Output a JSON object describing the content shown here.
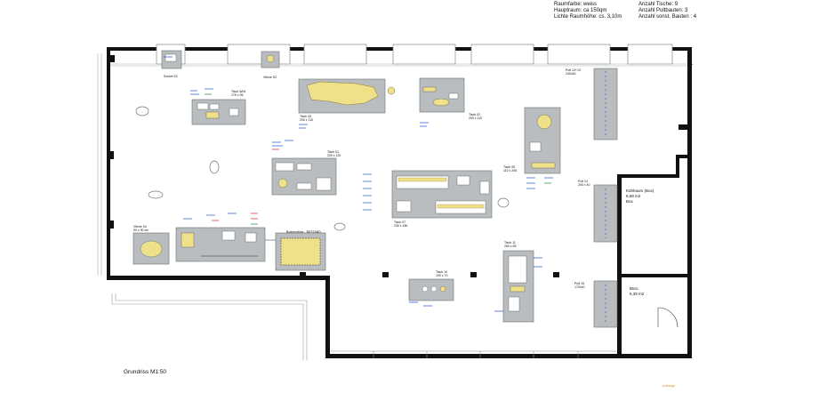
{
  "header": {
    "left": [
      "Raumfarbe: weiss",
      "Hauptraum: ca 150qm",
      "Lichte Raumhöhe: cs. 3,10m"
    ],
    "right": [
      "Anzahl Tische: 9",
      "Anzahl Pultbauten: 3",
      "Anzahl sonst. Bauten : 4"
    ]
  },
  "plan_title": "Grundriss M1:50",
  "stamp": "pdesign",
  "rooms": {
    "kuehlraum": [
      "Kühlraum (Box)",
      "6,68 m2",
      "Box"
    ],
    "buero": [
      "Büro",
      "5,39 m2"
    ]
  },
  "edge_marks": {
    "top_right": "L",
    "mid_right": "R"
  },
  "fixtures": {
    "sockel_s2": "Sockel S2",
    "vitrine_s2": "Vitrine S2",
    "tisch_w04": [
      "Tisch W04",
      "175 x 96"
    ],
    "tisch_03": [
      "Tisch 03",
      "200 x 110"
    ],
    "tisch_02": [
      "Tisch 02",
      "200 x 110"
    ],
    "tisch_01": [
      "Tisch 01",
      "220 x 120"
    ],
    "tisch_05": [
      "Tisch 05",
      "110 x 205"
    ],
    "tisch_07": [
      "Tisch 07",
      "230 x 180"
    ],
    "vitrine_04": [
      "Vitrine 04",
      "90 x 90 cm"
    ],
    "bodenvitrine": "Bodenvitrine - BESTAND",
    "tisch_10": [
      "Tisch 10",
      "100 x 70"
    ],
    "tisch_11": [
      "Tisch 11",
      "260 x 95"
    ],
    "pult_1213": [
      "Pult 12+13",
      "240x40"
    ],
    "pult_14": [
      "Pult 14",
      "200 x 40"
    ],
    "pult_15": [
      "Pult 15",
      "170x40"
    ]
  },
  "colors": {
    "wall": "#111111",
    "table_fill": "#b9bdc0",
    "table_stroke": "#6a6e72",
    "wood": "#efe08a",
    "annotation_blue": "#1a4fd6",
    "annotation_red": "#d42020",
    "annotation_green": "#1f8a3a",
    "stamp": "#e0903a"
  }
}
